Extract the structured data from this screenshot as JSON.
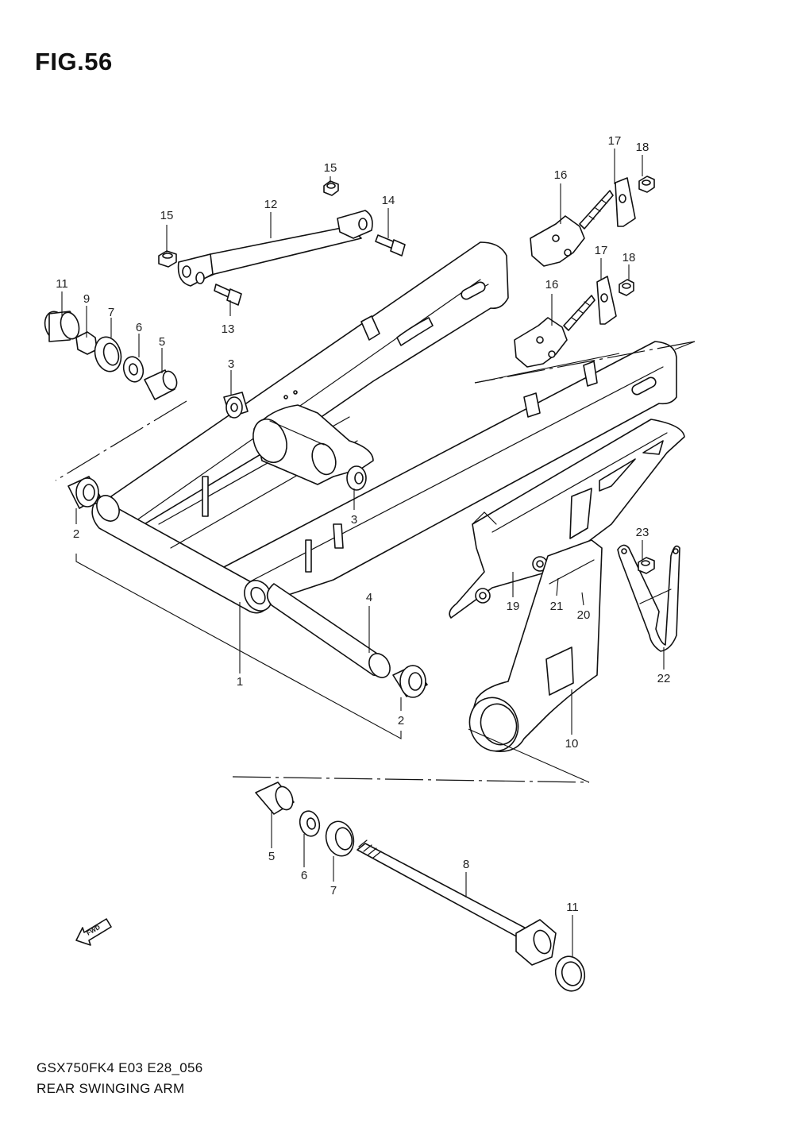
{
  "figure": {
    "title": "FIG.56",
    "code": "GSX750FK4 E03 E28_056",
    "name": "REAR SWINGING ARM"
  },
  "fwd_label": "FWD",
  "callouts": [
    {
      "id": "c-15a",
      "label": "15"
    },
    {
      "id": "c-12",
      "label": "12"
    },
    {
      "id": "c-15b",
      "label": "15"
    },
    {
      "id": "c-14",
      "label": "14"
    },
    {
      "id": "c-13",
      "label": "13"
    },
    {
      "id": "c-16a",
      "label": "16"
    },
    {
      "id": "c-17a",
      "label": "17"
    },
    {
      "id": "c-18a",
      "label": "18"
    },
    {
      "id": "c-16b",
      "label": "16"
    },
    {
      "id": "c-17b",
      "label": "17"
    },
    {
      "id": "c-18b",
      "label": "18"
    },
    {
      "id": "c-11a",
      "label": "11"
    },
    {
      "id": "c-9",
      "label": "9"
    },
    {
      "id": "c-7a",
      "label": "7"
    },
    {
      "id": "c-6a",
      "label": "6"
    },
    {
      "id": "c-5a",
      "label": "5"
    },
    {
      "id": "c-3a",
      "label": "3"
    },
    {
      "id": "c-3b",
      "label": "3"
    },
    {
      "id": "c-2a",
      "label": "2"
    },
    {
      "id": "c-1",
      "label": "1"
    },
    {
      "id": "c-4",
      "label": "4"
    },
    {
      "id": "c-2b",
      "label": "2"
    },
    {
      "id": "c-23",
      "label": "23"
    },
    {
      "id": "c-21",
      "label": "21"
    },
    {
      "id": "c-20",
      "label": "20"
    },
    {
      "id": "c-19",
      "label": "19"
    },
    {
      "id": "c-22",
      "label": "22"
    },
    {
      "id": "c-10",
      "label": "10"
    },
    {
      "id": "c-8",
      "label": "8"
    },
    {
      "id": "c-5b",
      "label": "5"
    },
    {
      "id": "c-6b",
      "label": "6"
    },
    {
      "id": "c-7b",
      "label": "7"
    },
    {
      "id": "c-11b",
      "label": "11"
    }
  ]
}
